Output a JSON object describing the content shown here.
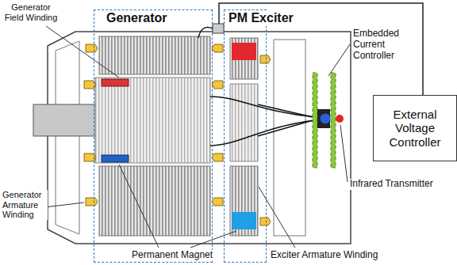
{
  "diagram": {
    "nodes": [
      {
        "text": [
          "Generator"
        ]
      },
      {
        "text": [
          "PM Exciter"
        ]
      },
      {
        "text": [
          "External Voltage Controller"
        ]
      }
    ],
    "labels": [
      "Generator Field Winding",
      "Embedded Current Controller",
      "Generator Armature Winding",
      "Infrared Transmitter",
      "Permanent Magnet",
      "Exciter Armature Winding"
    ]
  }
}
